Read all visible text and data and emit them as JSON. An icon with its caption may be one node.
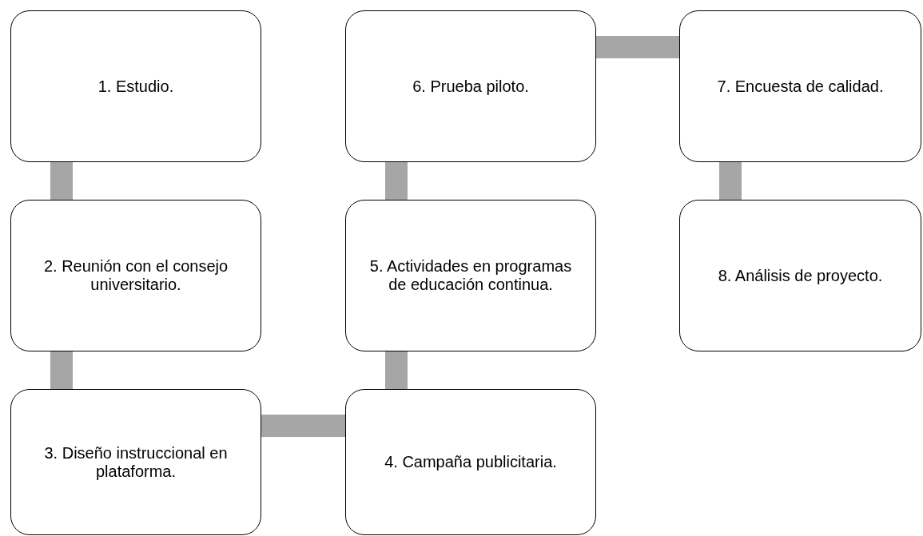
{
  "diagram": {
    "nodes": [
      {
        "text": [
          "1. Estudio."
        ]
      },
      {
        "text": [
          "2. Reunión con el consejo universitario."
        ]
      },
      {
        "text": [
          "3. Diseño instruccional en plataforma."
        ]
      },
      {
        "text": [
          "4. Campaña publicitaria."
        ]
      },
      {
        "text": [
          "5. Actividades en programas de educación continua."
        ]
      },
      {
        "text": [
          "6. Prueba piloto."
        ]
      },
      {
        "text": [
          "7. Encuesta de calidad."
        ]
      },
      {
        "text": [
          "8. Análisis de proyecto."
        ]
      }
    ],
    "edges": [
      {
        "from": 0,
        "to": 1,
        "arrow": "none"
      },
      {
        "from": 1,
        "to": 2,
        "arrow": "none"
      },
      {
        "from": 2,
        "to": 3,
        "arrow": "none"
      },
      {
        "from": 3,
        "to": 4,
        "arrow": "none"
      },
      {
        "from": 4,
        "to": 5,
        "arrow": "none"
      },
      {
        "from": 5,
        "to": 6,
        "arrow": "none"
      },
      {
        "from": 6,
        "to": 7,
        "arrow": "none"
      }
    ]
  }
}
